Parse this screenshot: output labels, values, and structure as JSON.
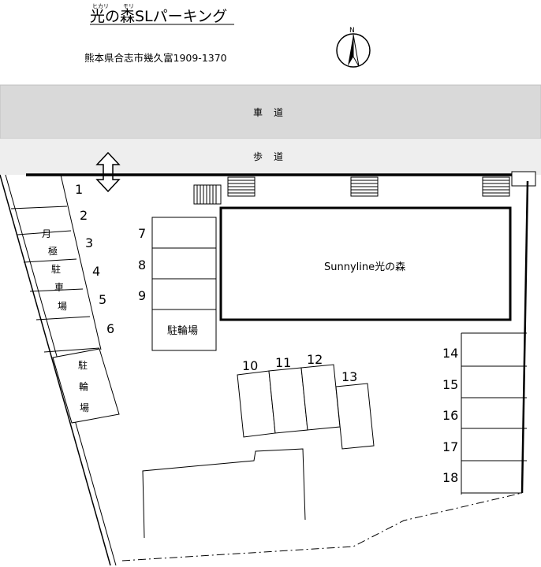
{
  "header": {
    "title": "光の森SLパーキング",
    "ruby_hikari": "ヒカリ",
    "ruby_mori": "モリ",
    "address": "熊本県合志市幾久富1909-1370"
  },
  "compass": {
    "label": "N"
  },
  "roads": {
    "roadway": "車道",
    "sidewalk": "歩道"
  },
  "building": {
    "name": "Sunnyline光の森"
  },
  "bike_parking_center": "駐輪場",
  "monthly_parking": [
    "月",
    "極",
    "駐",
    "車",
    "場"
  ],
  "bike_parking_left": [
    "駐",
    "輪",
    "場"
  ],
  "spaces": {
    "s1": "1",
    "s2": "2",
    "s3": "3",
    "s4": "4",
    "s5": "5",
    "s6": "6",
    "s7": "7",
    "s8": "8",
    "s9": "9",
    "s10": "10",
    "s11": "11",
    "s12": "12",
    "s13": "13",
    "s14": "14",
    "s15": "15",
    "s16": "16",
    "s17": "17",
    "s18": "18"
  },
  "colors": {
    "road": "#d9d9d9",
    "sidewalk": "#eeeeee",
    "line": "#000000"
  }
}
